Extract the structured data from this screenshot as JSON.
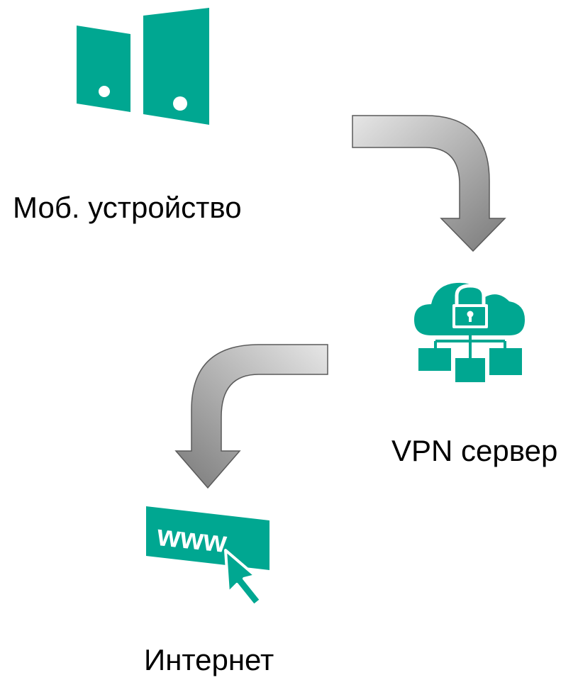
{
  "colors": {
    "accent": "#00a791",
    "arrow_light": "#e2e2e2",
    "arrow_dark": "#7a7a7a",
    "arrow_outline": "#5a5a5a"
  },
  "nodes": {
    "mobile": {
      "label": "Моб. устройство",
      "icon": "mobile-devices-icon"
    },
    "vpn": {
      "label": "VPN сервер",
      "icon": "cloud-lock-network-icon"
    },
    "internet": {
      "label": "Интернет",
      "icon": "www-cursor-icon",
      "icon_text": "www"
    }
  },
  "arrows": [
    {
      "from": "mobile",
      "to": "vpn"
    },
    {
      "from": "vpn",
      "to": "internet"
    }
  ]
}
